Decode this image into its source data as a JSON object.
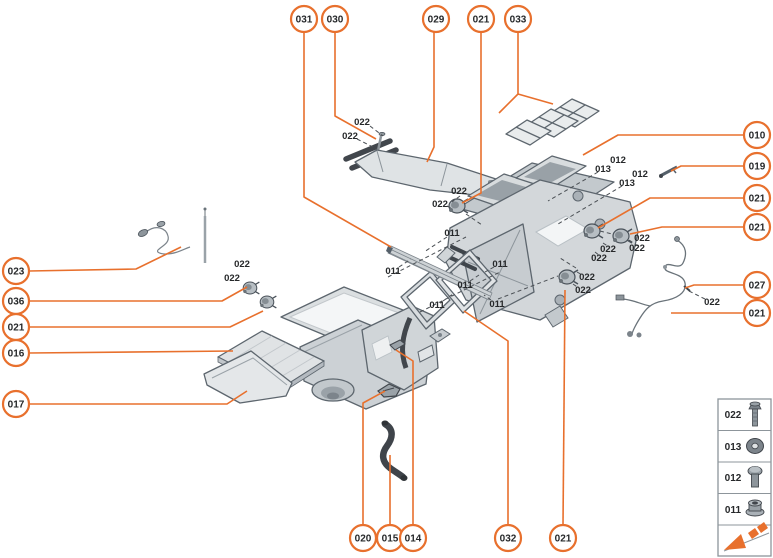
{
  "colors": {
    "accent": "#e8702d",
    "part_fill": "#d6dadd",
    "part_stroke": "#5d666e",
    "dark_part": "#3f444b",
    "label_text": "#26282a"
  },
  "callouts": [
    {
      "id": "031"
    },
    {
      "id": "030"
    },
    {
      "id": "029"
    },
    {
      "id": "021"
    },
    {
      "id": "033"
    },
    {
      "id": "010"
    },
    {
      "id": "019"
    },
    {
      "id": "021"
    },
    {
      "id": "021"
    },
    {
      "id": "027"
    },
    {
      "id": "021"
    },
    {
      "id": "023"
    },
    {
      "id": "036"
    },
    {
      "id": "021"
    },
    {
      "id": "016"
    },
    {
      "id": "017"
    },
    {
      "id": "020"
    },
    {
      "id": "015"
    },
    {
      "id": "014"
    },
    {
      "id": "032"
    },
    {
      "id": "021"
    }
  ],
  "part_labels": [
    {
      "text": "022"
    },
    {
      "text": "022"
    },
    {
      "text": "022"
    },
    {
      "text": "022"
    },
    {
      "text": "011"
    },
    {
      "text": "012"
    },
    {
      "text": "013"
    },
    {
      "text": "012"
    },
    {
      "text": "013"
    },
    {
      "text": "022"
    },
    {
      "text": "022"
    },
    {
      "text": "022"
    },
    {
      "text": "022"
    },
    {
      "text": "022"
    },
    {
      "text": "022"
    },
    {
      "text": "022"
    },
    {
      "text": "022"
    },
    {
      "text": "011"
    },
    {
      "text": "011"
    },
    {
      "text": "011"
    },
    {
      "text": "011"
    },
    {
      "text": "011"
    },
    {
      "text": "022"
    }
  ],
  "legend": {
    "rows": [
      {
        "id": "022",
        "icon": "hex-bolt-icon"
      },
      {
        "id": "013",
        "icon": "washer-icon"
      },
      {
        "id": "012",
        "icon": "pan-screw-icon"
      },
      {
        "id": "011",
        "icon": "flange-nut-icon"
      }
    ],
    "nav_icon": "exploded-view-arrow-icon"
  }
}
